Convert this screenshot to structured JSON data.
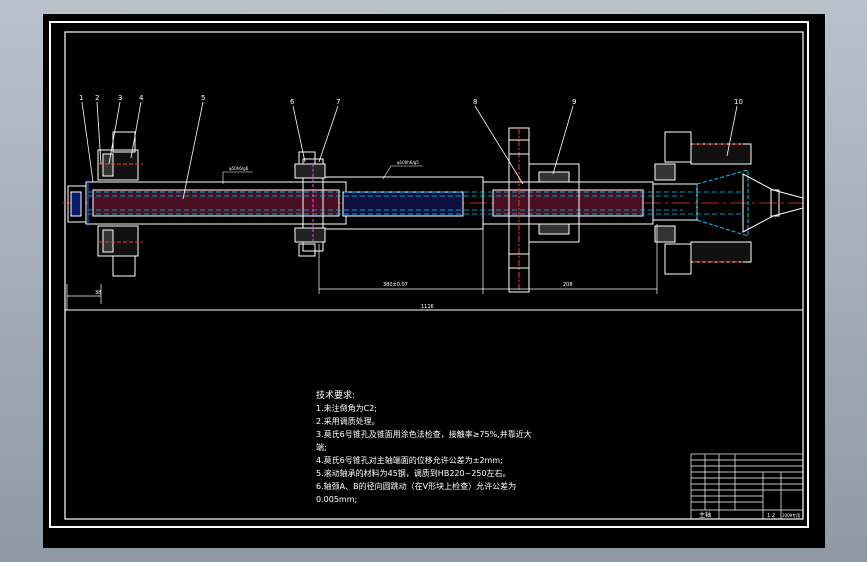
{
  "drawing": {
    "balloons": [
      "1",
      "2",
      "3",
      "4",
      "5",
      "6",
      "7",
      "8",
      "9",
      "10"
    ],
    "dims": {
      "shaft_seg_1": "38",
      "shaft_seg_2": "380±0.07",
      "shaft_seg_3": "208",
      "overall_length": "1116"
    },
    "fit_labels": {
      "left_fit": "φ50h6/g6",
      "mid_fit": "φ100h6/g5"
    }
  },
  "notes": {
    "title": "技术要求:",
    "lines": [
      "1.未注倒角为C2;",
      "2.采用调质处理。",
      "3.莫氏6号锥孔及锥面用涂色法检查，接触率≥75%,并靠近大",
      "端;",
      "4.莫氏6号锥孔对主轴端面的位移允许公差为±2mm;",
      "5.滚动轴承的材料为45钢，调质到HB220~250左右。",
      "6.轴颈A、B的径向圆跳动（在V形块上检查）允许公差为",
      "0.005mm;"
    ]
  },
  "title_block": {
    "name_left": "主轴",
    "scale": "1:2",
    "number": "2009专用"
  },
  "colors": {
    "background": "#000000",
    "line": "#ffffff",
    "center": "#ff3030",
    "hidden": "#00c8ff",
    "dimension": "#2f5cff",
    "green": "#33ff66",
    "magenta": "#ff40ff"
  }
}
